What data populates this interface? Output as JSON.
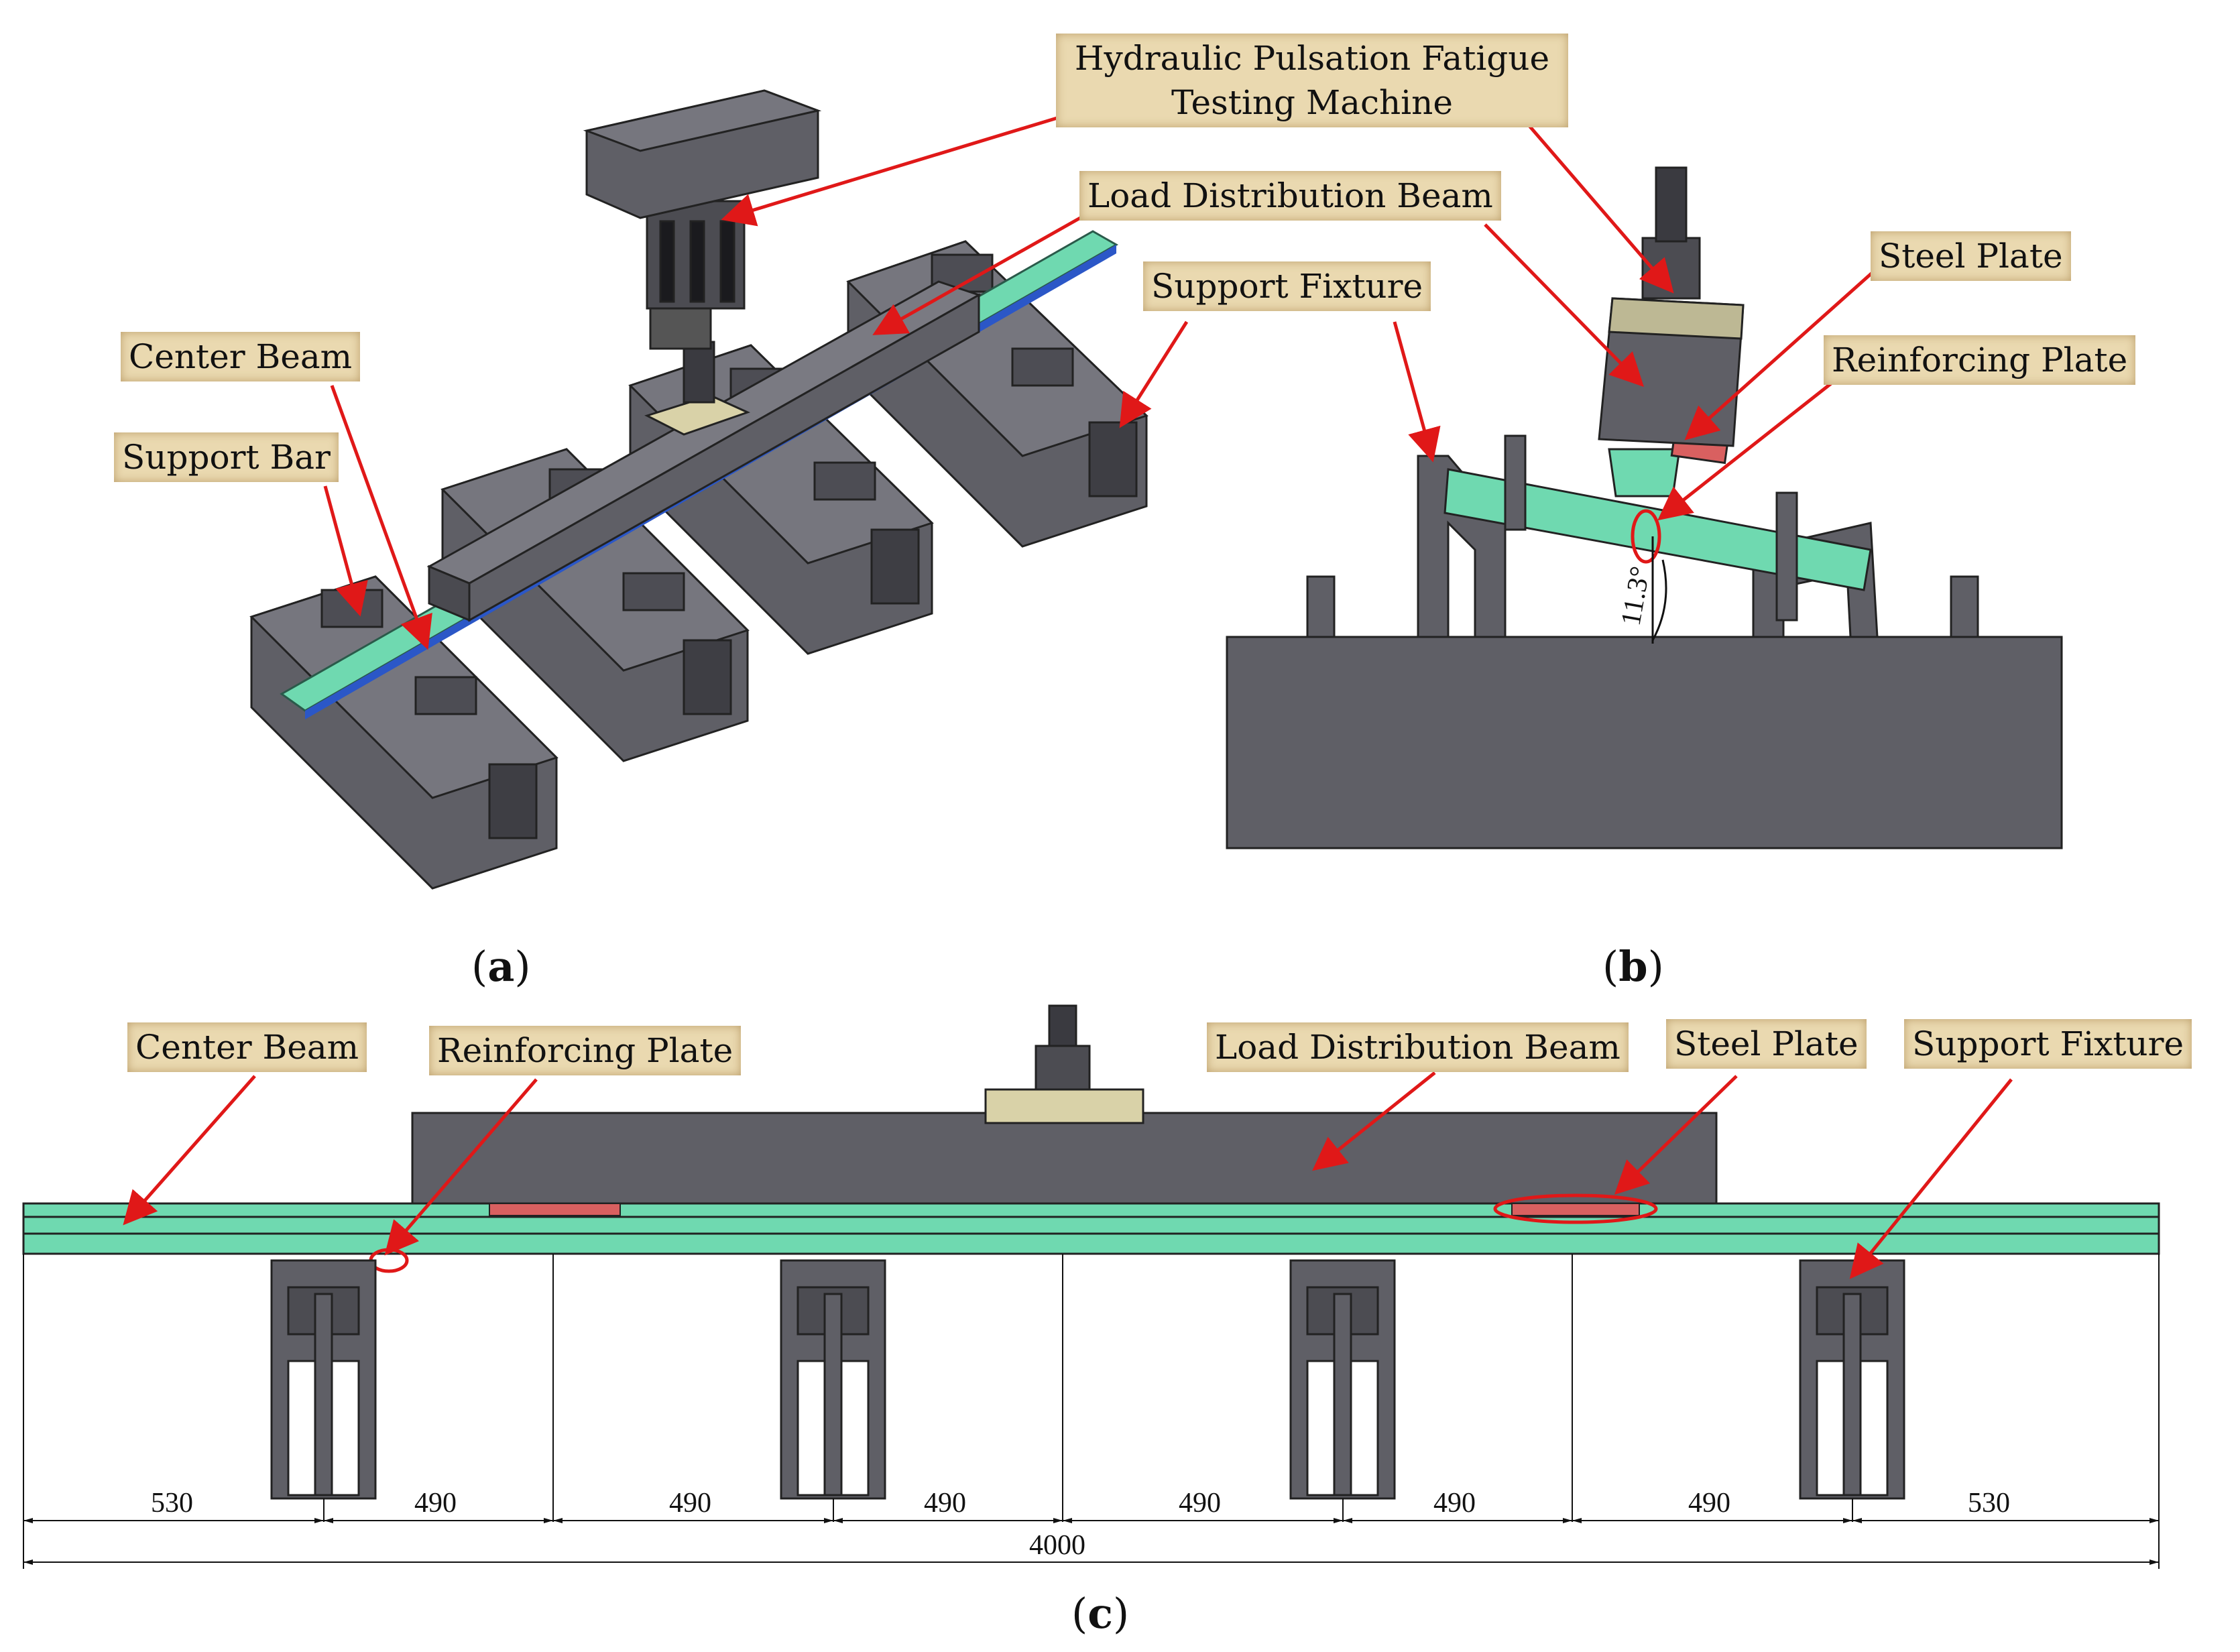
{
  "labels": {
    "a_machine": "Hydraulic Pulsation Fatigue Testing Machine",
    "a_load_beam": "Load Distribution Beam",
    "a_support_fixture": "Support Fixture",
    "a_center_beam": "Center Beam",
    "a_support_bar": "Support Bar",
    "b_steel_plate": "Steel Plate",
    "b_reinforcing_plate": "Reinforcing Plate",
    "b_angle": "11.3°",
    "c_center_beam": "Center Beam",
    "c_reinforcing_plate": "Reinforcing Plate",
    "c_load_beam": "Load Distribution Beam",
    "c_steel_plate": "Steel Plate",
    "c_support_fixture": "Support Fixture"
  },
  "panels": {
    "a": "a",
    "b": "b",
    "c": "c"
  },
  "dimensions": {
    "segments": [
      "530",
      "490",
      "490",
      "490",
      "490",
      "490",
      "490",
      "530"
    ],
    "total": "4000"
  },
  "colors": {
    "steel": "#5f5f66",
    "beam": "#6fd9b0",
    "arrow": "#e01818",
    "plate": "#d9d2a8",
    "reinforcing": "#d96060"
  }
}
